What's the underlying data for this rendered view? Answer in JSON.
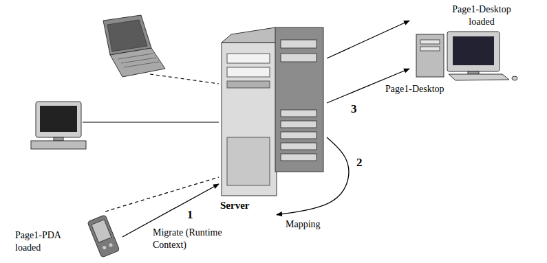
{
  "diagram": {
    "nodes": [
      {
        "text": [
          "Server"
        ]
      },
      {
        "text": [
          "Page1-PDA loaded"
        ]
      },
      {
        "text": [
          "Page1-Desktop loaded"
        ]
      }
    ],
    "edges": [
      {
        "from": 1,
        "to": 0,
        "arrow": "to",
        "label": "Migrate (Runtime Context)"
      },
      {
        "from": 1,
        "to": 0,
        "arrow": "none"
      },
      {
        "from": 0,
        "to": 0,
        "arrow": "to",
        "label": "Mapping"
      },
      {
        "from": 0,
        "to": 2,
        "arrow": "to"
      },
      {
        "from": 0,
        "to": 2,
        "arrow": "to",
        "label": "Page1-Desktop"
      }
    ],
    "labels": [
      "1",
      "2",
      "3"
    ]
  }
}
